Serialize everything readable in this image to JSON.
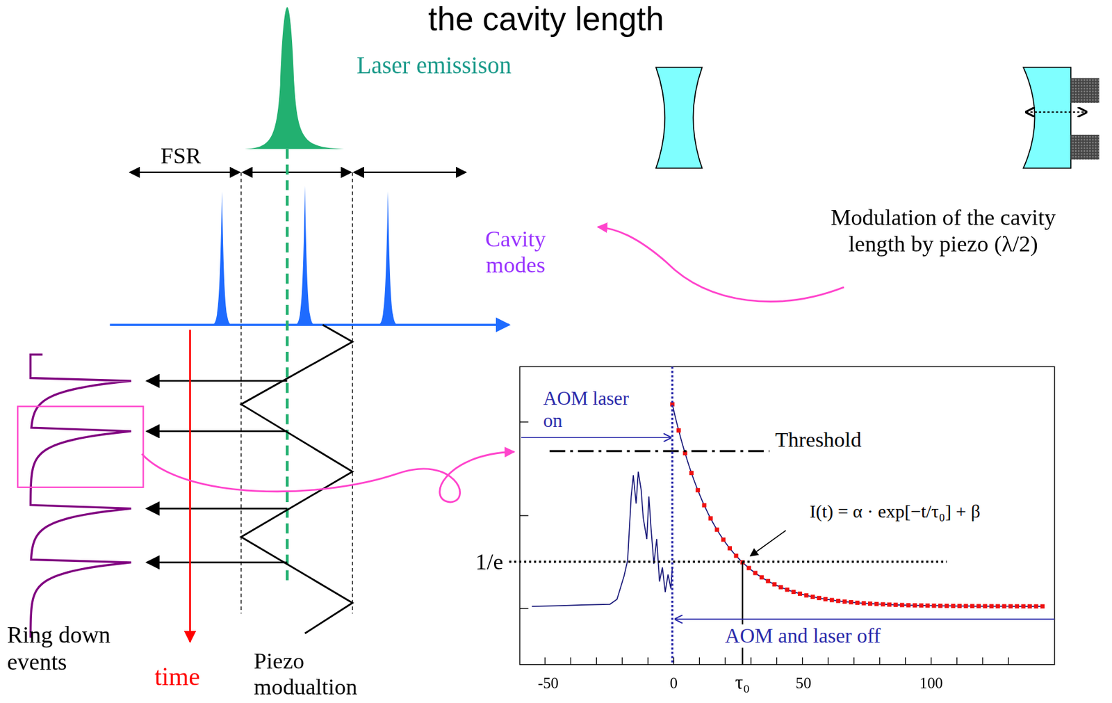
{
  "diagram": {
    "title": "the cavity length",
    "labels": [
      "Laser emissison",
      "FSR",
      "Cavity modes",
      "Modulation of the cavity length by piezo (λ/2)",
      "Ring down events",
      "time",
      "Piezo modualtion",
      "AOM laser on",
      "Threshold",
      "I(t) = α · exp[−t/τ₀] + β",
      "1/e",
      "τ₀",
      "AOM and laser off",
      "-50",
      "0",
      "50",
      "100"
    ]
  }
}
